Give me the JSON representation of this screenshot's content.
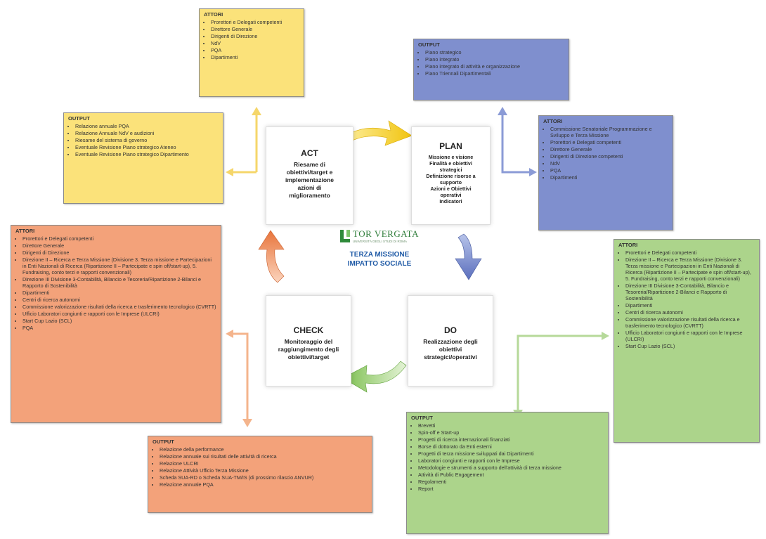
{
  "center": {
    "logo": "TOR VERGATA",
    "logo_sub": "UNIVERSITÀ DEGLI STUDI DI ROMA",
    "line1": "TERZA MISSIONE",
    "line2": "IMPATTO SOCIALE"
  },
  "act": {
    "title": "ACT",
    "lines": [
      "Riesame di",
      "obiettivi/target e",
      "implementazione",
      "azioni di",
      "miglioramento"
    ]
  },
  "plan": {
    "title": "PLAN",
    "lines": [
      "Missione e visione",
      "Finalità e obiettivi",
      "strategici",
      "Definizione risorse a",
      "supporto",
      "Azioni e Obiettivi",
      "operativi",
      "Indicatori"
    ]
  },
  "do": {
    "title": "DO",
    "lines": [
      "Realizzazione degli",
      "obiettivi",
      "strategici/operativi"
    ]
  },
  "check": {
    "title": "CHECK",
    "lines": [
      "Monitoraggio del",
      "raggiungimento degli",
      "obiettivi/target"
    ]
  },
  "act_attori": {
    "header": "ATTORI",
    "items": [
      "Prorettori e Delegati competenti",
      "Direttore Generale",
      "Dirigenti di Direzione",
      "NdV",
      "PQA",
      "Dipartimenti"
    ]
  },
  "act_output": {
    "header": "OUTPUT",
    "items": [
      "Relazione annuale PQA",
      "Relazione Annuale NdV e audizioni",
      "Riesame del sistema di governo",
      "Eventuale Revisione Piano strategico Ateneo",
      "Eventuale Revisione Piano strategico Dipartimento"
    ]
  },
  "plan_output": {
    "header": "OUTPUT",
    "items": [
      "Piano strategico",
      "Piano integrato",
      "Piano integrato di attività e organizzazione",
      "Piano Triennali Dipartimentali"
    ]
  },
  "plan_attori": {
    "header": "ATTORI",
    "items": [
      "Commissione Senatoriale Programmazione e Sviluppo e Terza Missione",
      "Prorettori e Delegati competenti",
      "Direttore Generale",
      "Dirigenti di Direzione competenti",
      "NdV",
      "PQA",
      "Dipartimenti"
    ]
  },
  "check_attori": {
    "header": "ATTORI",
    "items": [
      "Prorettori e Delegati competenti",
      "Direttore Generale",
      "Dirigenti di Direzione",
      "Direzione II – Ricerca e Terza Missione (Divisione 3. Terza missione e Partecipazioni in Enti Nazionali di Ricerca (Ripartizione II – Partecipate e spin off/start-up), 5. Fundraising, conto terzi e rapporti convenzionali)",
      "Direzione III Divisione 3-Contabilità, Bilancio e Tesoreria/Ripartizione 2-Bilanci e Rapporto di Sostenibilità",
      "Dipartimenti",
      "Centri di ricerca autonomi",
      "Commissione valorizzazione risultati della ricerca e trasferimento tecnologico (CVRTT)",
      "Ufficio Laboratori congiunti e rapporti con le Imprese (ULCRI)",
      "Start Cup Lazio (SCL)",
      "PQA"
    ]
  },
  "check_output": {
    "header": "OUTPUT",
    "items": [
      "Relazione della performance",
      "Relazione annuale sui risultati delle attività di ricerca",
      "Relazione ULCRI",
      "Relazione Attività Ufficio Terza Missione",
      "Scheda SUA-RD o Scheda SUA-TM/IS (di prossimo rilascio ANVUR)",
      "Relazione annuale PQA"
    ]
  },
  "do_attori": {
    "header": "ATTORI",
    "items": [
      "Prorettori e Delegati competenti",
      "Direzione II – Ricerca e Terza Missione (Divisione 3. Terza missione e Partecipazioni in Enti Nazionali di Ricerca (Ripartizione II – Partecipate e spin off/start-up), 5. Fundraising, conto terzi e rapporti convenzionali)",
      "Direzione III Divisione 3-Contabilità, Bilancio e Tesoreria/Ripartizione 2-Bilanci e Rapporto di Sostenibilità",
      "Dipartimenti",
      "Centri di ricerca autonomi",
      "Commissione valorizzazione risultati della ricerca e trasferimento tecnologico (CVRTT)",
      "Ufficio Laboratori congiunti e rapporti con le Imprese (ULCRI)",
      "Start Cup Lazio (SCL)"
    ]
  },
  "do_output": {
    "header": "OUTPUT",
    "items": [
      "Brevetti",
      "Spin-off e Start-up",
      "Progetti di ricerca internazionali finanziati",
      "Borse di dottorato da Enti esterni",
      "Progetti di terza missione sviluppati dai Dipartimenti",
      "Laboratori congiunti e rapporti con le Imprese",
      "Metodologie e strumenti a supporto dell'attività di terza missione",
      "Attività di Public Engagement",
      "Regolamenti",
      "Report"
    ]
  },
  "colors": {
    "yellow": "#fbe27a",
    "blue": "#7f8fce",
    "orange": "#f3a27a",
    "green": "#acd48b"
  }
}
